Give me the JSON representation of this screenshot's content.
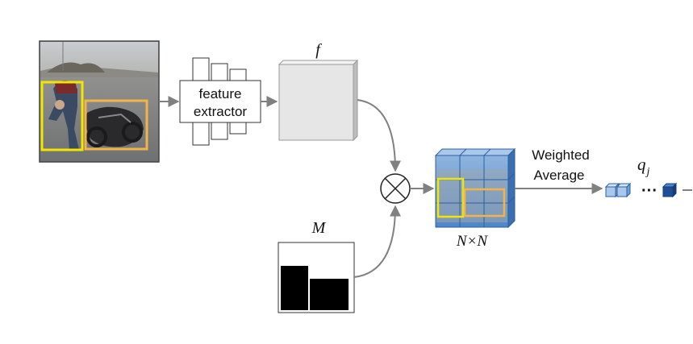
{
  "feature_extractor": {
    "line1": "feature",
    "line2": "extractor"
  },
  "feature_map": {
    "label": "f"
  },
  "mask": {
    "label": "M"
  },
  "operator": {
    "name": "multiply-operator",
    "symbol": "⊗"
  },
  "grid": {
    "label": "N×N"
  },
  "weighted_average": {
    "line1": "Weighted",
    "line2": "Average"
  },
  "output": {
    "label": "q",
    "subscript": "j",
    "ellipsis": "···"
  },
  "colors": {
    "arrow": "#808080",
    "box_yellow": "#f2e600",
    "box_orange": "#f0b44a",
    "cube_blue": "#4f86c6",
    "cube_light": "#a9c8ec",
    "cube_dark": "#1f4e96",
    "feature_gray": "#e6e6e6"
  }
}
